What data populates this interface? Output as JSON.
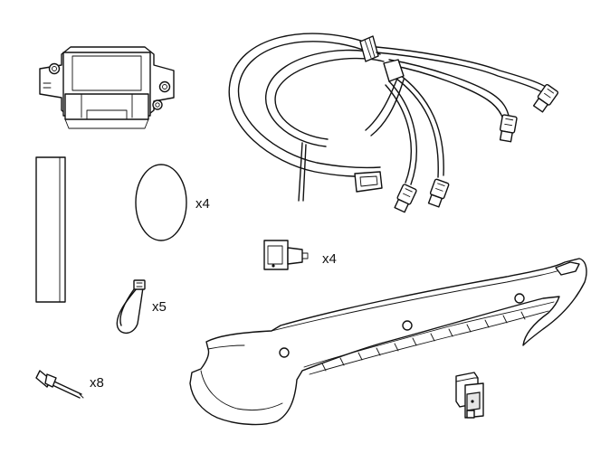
{
  "quantities": {
    "gasket": "x4",
    "connector": "x4",
    "cable_tie": "x5",
    "rivet": "x8"
  },
  "colors": {
    "line": "#111111",
    "background": "#ffffff"
  }
}
